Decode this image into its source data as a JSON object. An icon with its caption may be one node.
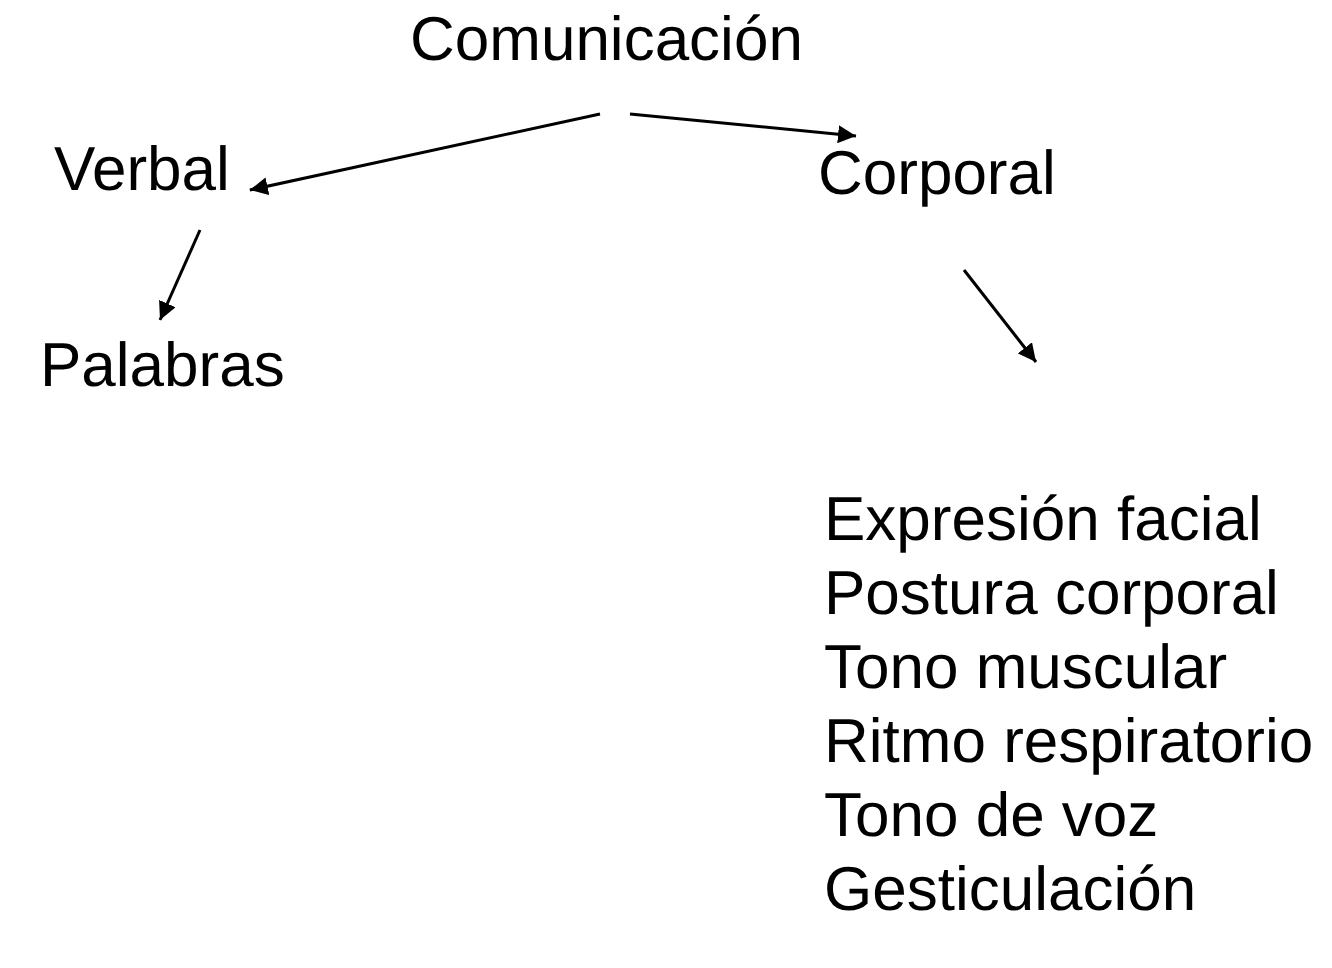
{
  "diagram": {
    "nodes": [
      {
        "text": [
          "Comunicación"
        ]
      },
      {
        "text": [
          "Verbal"
        ]
      },
      {
        "text": [
          "Corporal"
        ]
      },
      {
        "text": [
          "Palabras"
        ]
      },
      {
        "text": [
          "Expresión facial",
          "Postura corporal",
          "Tono muscular",
          "Ritmo respiratorio",
          "Tono de voz",
          "Gesticulación"
        ]
      }
    ],
    "edges": [
      {
        "from": 0,
        "to": 1,
        "arrow": "to"
      },
      {
        "from": 0,
        "to": 2,
        "arrow": "to"
      },
      {
        "from": 1,
        "to": 3,
        "arrow": "to"
      },
      {
        "from": 2,
        "to": 4,
        "arrow": "to"
      }
    ]
  }
}
